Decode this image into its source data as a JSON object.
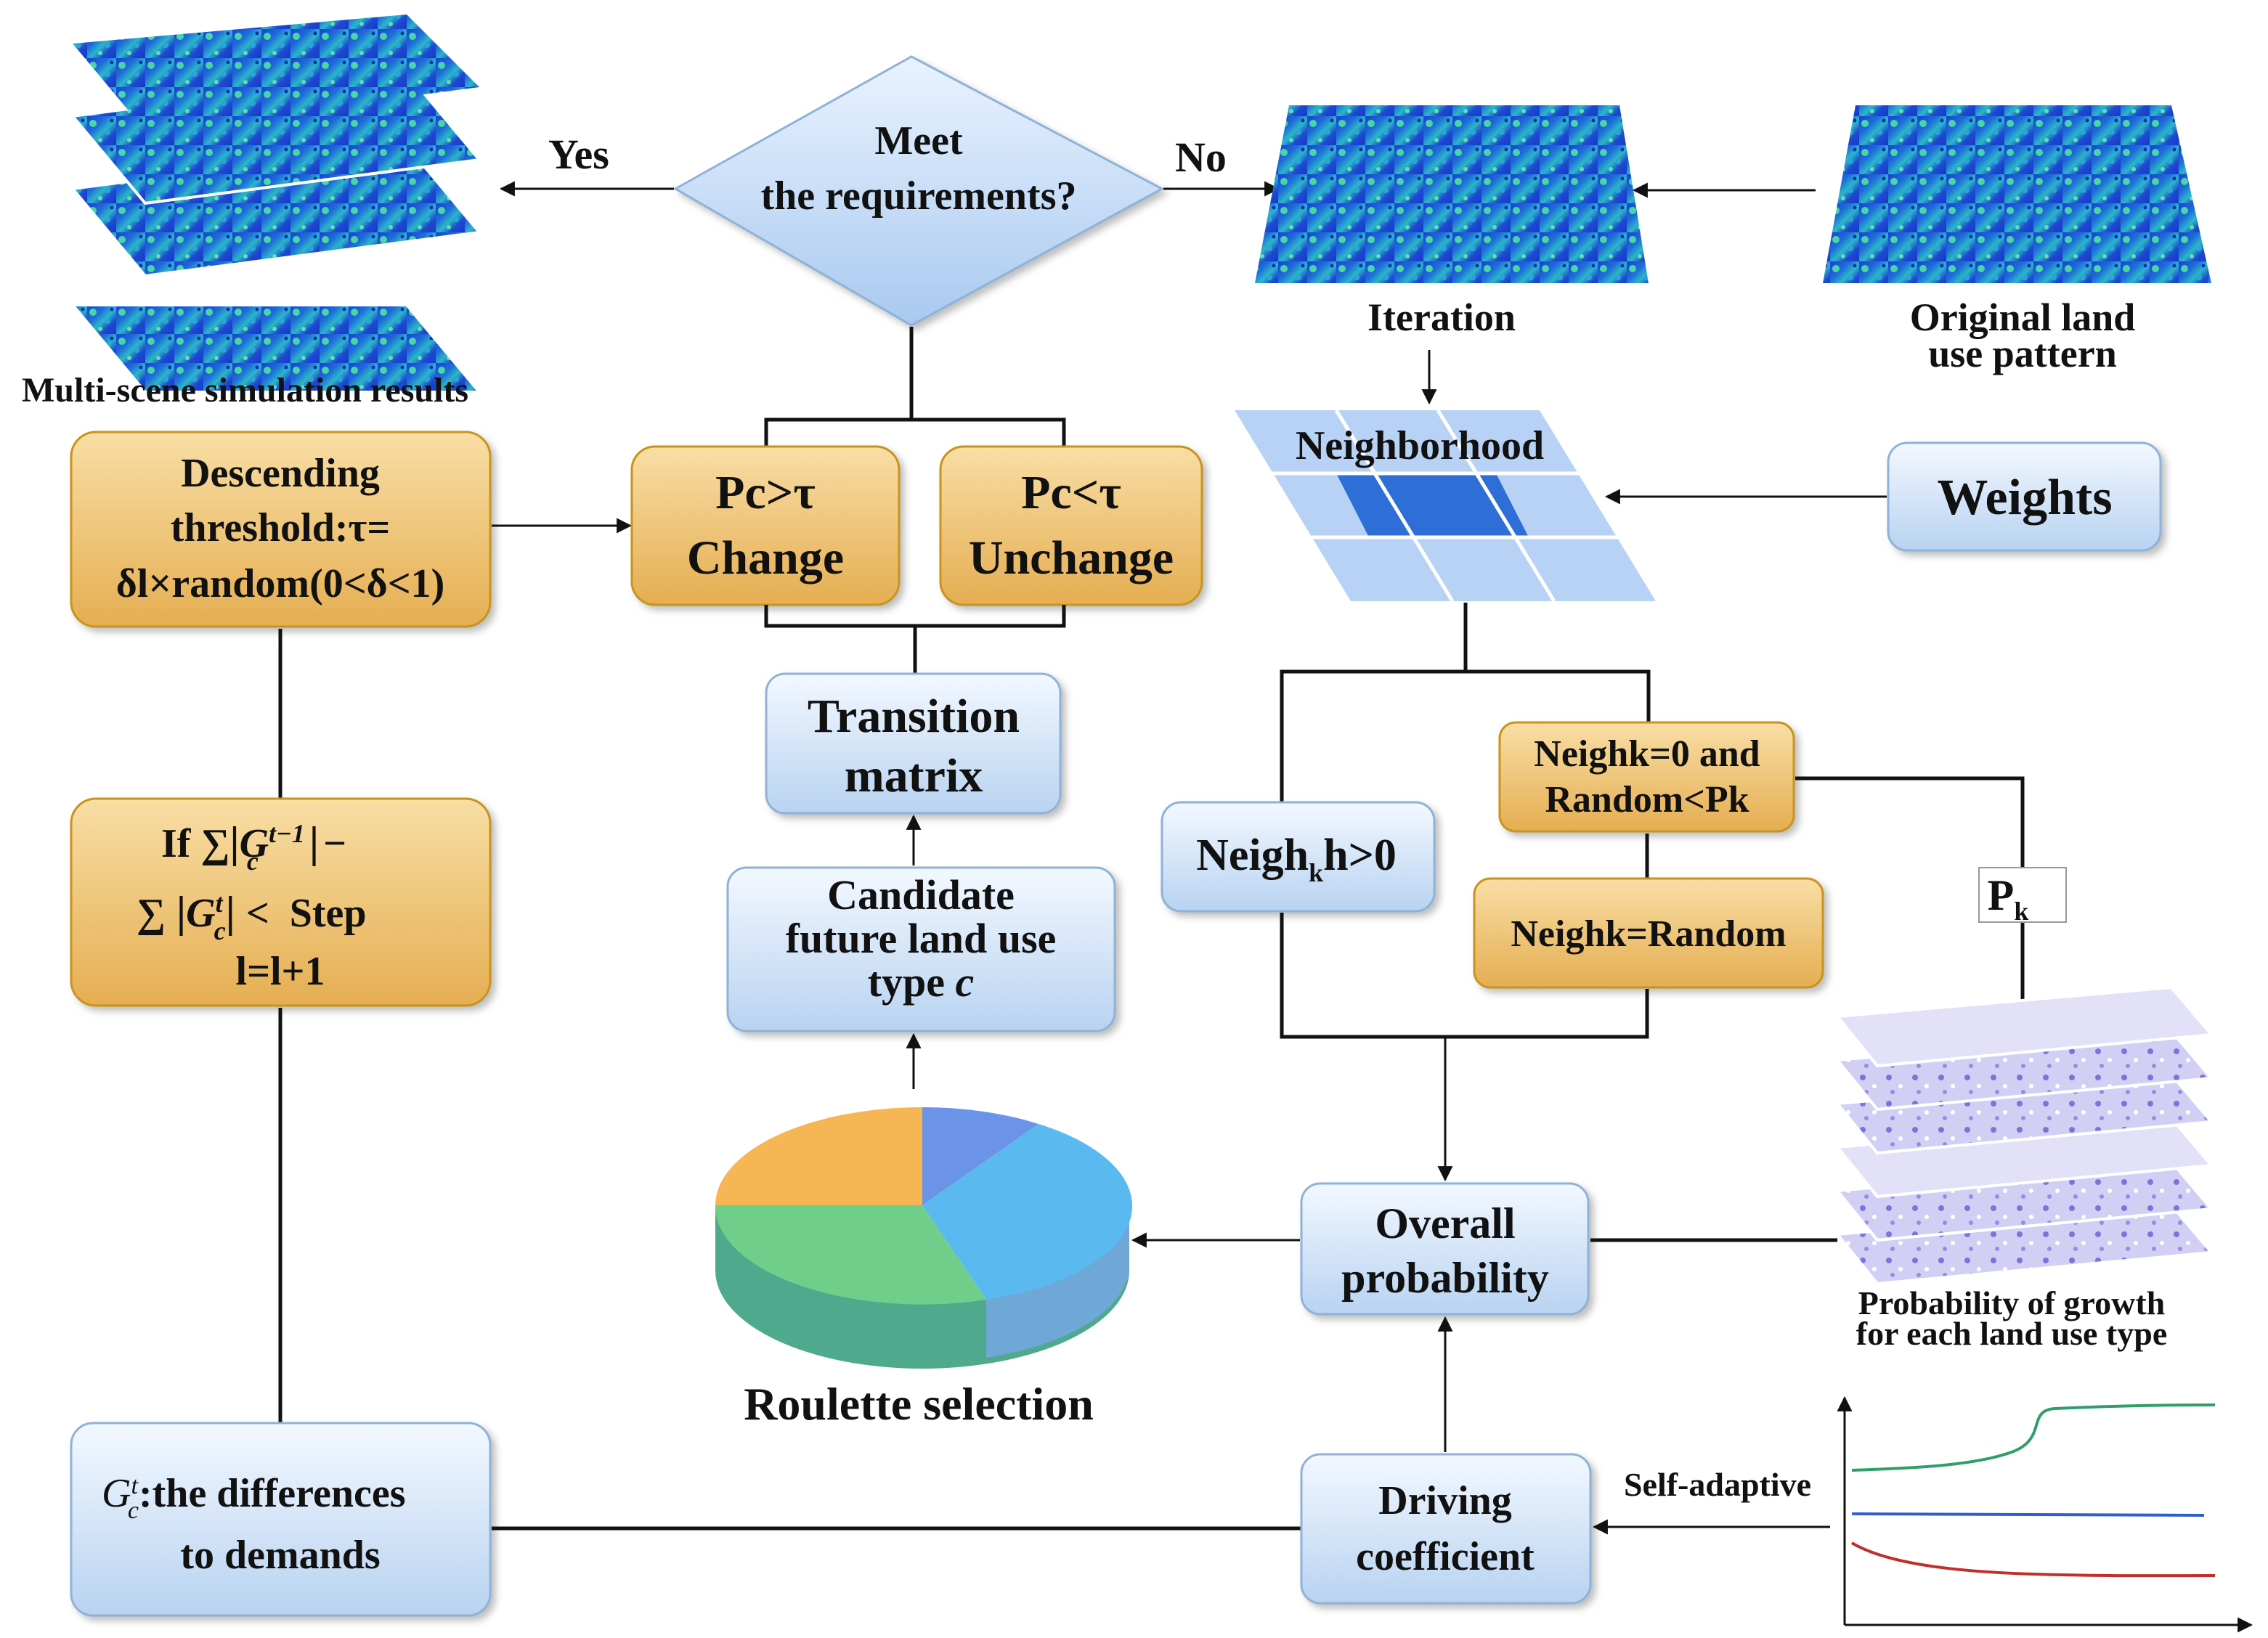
{
  "decision": {
    "line1": "Meet",
    "line2": "the requirements?"
  },
  "branch_yes": "Yes",
  "branch_no": "No",
  "multi_scene_label": "Multi-scene simulation results",
  "iteration_label": "Iteration",
  "original_label": {
    "line1": "Original land",
    "line2": "use pattern"
  },
  "neighborhood_label": "Neighborhood",
  "weights_label": "Weights",
  "descending": {
    "line1": "Descending",
    "line2": "threshold:τ=",
    "line3": "δl×random(0<δ<1)"
  },
  "change": {
    "line1": "Pc>τ",
    "line2": "Change"
  },
  "unchange": {
    "line1": "Pc<τ",
    "line2": "Unchange"
  },
  "transition": {
    "line1": "Transition",
    "line2": "matrix"
  },
  "candidate": {
    "line1": "Candidate",
    "line2": "future land use",
    "line3": "type ",
    "var": "c"
  },
  "iteration_box": {
    "if": "If ∑",
    "g1": "G",
    "sup1": "t−1",
    "sub1": "c",
    "minus": "−",
    "sum2": "∑",
    "g2": "G",
    "sup2": "t",
    "sub2": "c",
    "lt": "< ",
    "step": "Step",
    "incr": "l=l+1"
  },
  "neigh_gt": {
    "main": "Neigh",
    "sub": "k",
    "rest": "h>0"
  },
  "neigh_zero": {
    "line1": "Neighk=0 and",
    "line2": "Random<Pk"
  },
  "neigh_random": "Neighk=Random",
  "pk": {
    "main": "P",
    "sub": "k"
  },
  "overall": {
    "line1": "Overall",
    "line2": "probability"
  },
  "roulette_label": "Roulette selection",
  "prob_growth": {
    "line1": "Probability of growth",
    "line2": "for each land use type"
  },
  "driving": {
    "line1": "Driving",
    "line2": "coefficient"
  },
  "self_adaptive": "Self-adaptive",
  "differences": {
    "g": "G",
    "sup": "t",
    "sub": "c",
    "line1": ":the differences",
    "line2": "to demands"
  },
  "colors": {
    "gold_top": "#f7d99a",
    "gold_bottom": "#e8b45a",
    "blue_top": "#f1f7ff",
    "blue_bottom": "#bcd6f2",
    "map_dark": "#1a3fd6",
    "map_mid": "#1e8fd0",
    "map_light": "#46d6a8",
    "grid_light": "#b9d3f5",
    "grid_dark": "#2f6fd6",
    "prob_layer": "#c9c6f2",
    "curve_green": "#2e9e6a",
    "curve_blue": "#2f5fc8",
    "curve_red": "#c0302a",
    "pie_orange": "#f6b654",
    "pie_blue": "#6b93e8",
    "pie_sky": "#5ab9ef",
    "pie_green": "#6fcf8a",
    "pie_teal": "#4fa98c"
  }
}
